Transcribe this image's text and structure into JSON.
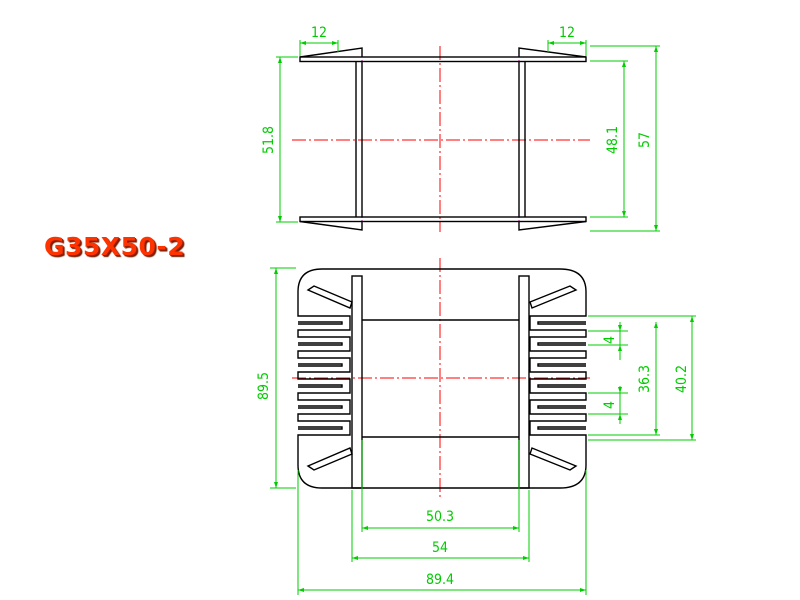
{
  "title": "G35X50-2",
  "colors": {
    "outline": "#000000",
    "dimension": "#00cc00",
    "centerline": "#ff0000",
    "hidden": "#cc00cc",
    "title": "#ff3300"
  },
  "top_view": {
    "dims": {
      "flange_left": "12",
      "flange_right": "12",
      "inner_height": "51.8",
      "window_height": "48.1",
      "overall_height": "57"
    }
  },
  "front_view": {
    "dims": {
      "overall_height": "89.5",
      "slot_top": "4",
      "slot_bottom": "4",
      "window_height": "36.3",
      "pin_span": "40.2",
      "window_width": "50.3",
      "flange_width": "54",
      "overall_width": "89.4"
    }
  }
}
